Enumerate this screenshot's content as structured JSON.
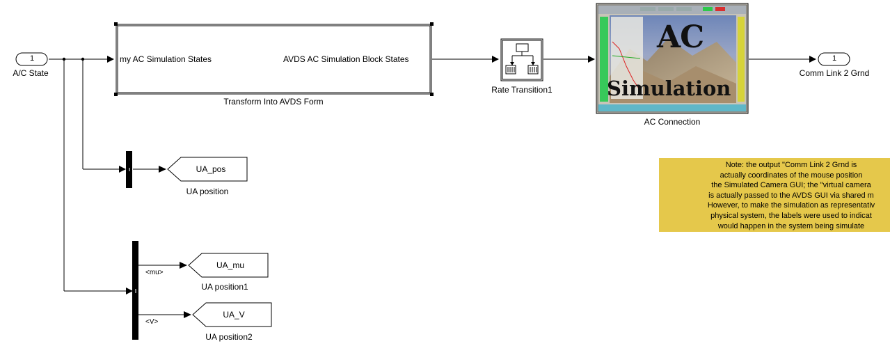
{
  "inports": [
    {
      "number": "1",
      "label": "A/C State"
    }
  ],
  "outports": [
    {
      "number": "1",
      "label": "Comm Link 2 Grnd"
    }
  ],
  "subsystem": {
    "label": "Transform Into AVDS Form",
    "input_port": "my AC Simulation States",
    "output_port": "AVDS AC Simulation Block States"
  },
  "rate_transition": {
    "label": "Rate Transition1"
  },
  "ac_connection": {
    "label": "AC Connection",
    "image_text_top": "AC",
    "image_text_bottom": "Simulation"
  },
  "goto_blocks": [
    {
      "tag": "UA_pos",
      "label": "UA position"
    },
    {
      "tag": "UA_mu",
      "label": "UA position1"
    },
    {
      "tag": "UA_V",
      "label": "UA position2"
    }
  ],
  "signal_labels": {
    "mu": "<mu>",
    "v": "<V>"
  },
  "note": {
    "lines": [
      "Note: the output \"Comm Link 2 Grnd is",
      "actually coordinates of the mouse position",
      "the Simulated Camera GUI; the \"virtual camera",
      "is actually passed to the AVDS GUI via shared m",
      "However, to make the simulation as representativ",
      "physical system, the labels were used to indicat",
      "would happen in the system being simulate"
    ],
    "color": "#e5c84b"
  },
  "colors": {
    "line": "#000000",
    "background": "#ffffff"
  }
}
